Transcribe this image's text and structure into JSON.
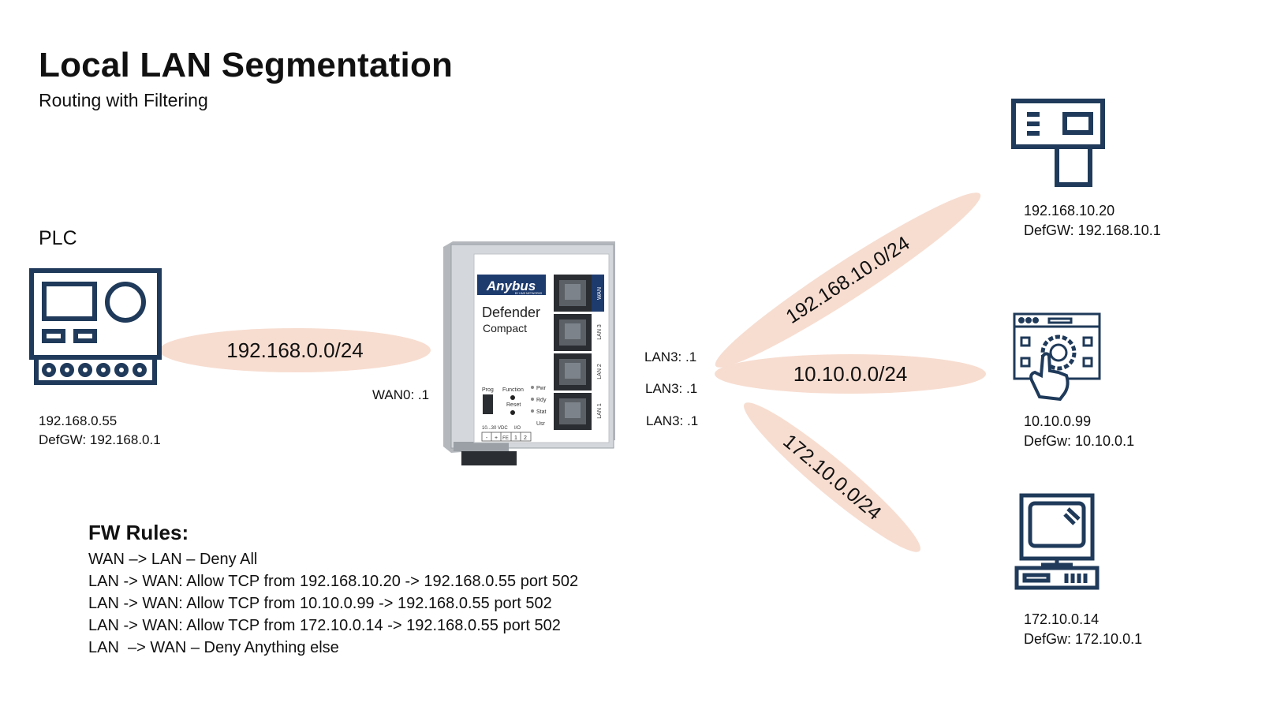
{
  "header": {
    "title": "Local LAN Segmentation",
    "subtitle": "Routing with Filtering"
  },
  "colors": {
    "icon": "#1f3a5a",
    "network_blob": "#f7ddd0",
    "brand_banner": "#1e3b6e"
  },
  "plc": {
    "label": "PLC",
    "ip": "192.168.0.55",
    "gateway": "DefGW: 192.168.0.1"
  },
  "networks": {
    "wan": "192.168.0.0/24",
    "lan_a": "192.168.10.0/24",
    "lan_b": "10.10.0.0/24",
    "lan_c": "172.10.0.0/24"
  },
  "router": {
    "brand": "Anybus",
    "brand_sub": "BY HMS NETWORKS",
    "model_line1": "Defender",
    "model_line2": "Compact",
    "port_labels": [
      "WAN",
      "LAN 3",
      "LAN 2",
      "LAN 1"
    ],
    "btn_prog": "Prog",
    "btn_function": "Function",
    "btn_reset": "Reset",
    "leds": [
      "Pwr",
      "Rdy",
      "Stat",
      "Usr"
    ],
    "power_label": "10...30 VDC",
    "io_label": "I/O",
    "terminals": [
      "-",
      "+",
      "FE",
      "1",
      "2"
    ]
  },
  "interfaces": {
    "wan": "WAN0: .1",
    "lan_top": "LAN3: .1",
    "lan_mid": "LAN3: .1",
    "lan_bottom": "LAN3: .1"
  },
  "devices": [
    {
      "icon": "industrial-terminal-icon",
      "ip": "192.168.10.20",
      "gateway": "DefGW: 192.168.10.1"
    },
    {
      "icon": "hmi-touch-settings-icon",
      "ip": "10.10.0.99",
      "gateway": "DefGw: 10.10.0.1"
    },
    {
      "icon": "desktop-computer-icon",
      "ip": "172.10.0.14",
      "gateway": "DefGw: 172.10.0.1"
    }
  ],
  "fw_rules": {
    "title": "FW Rules:",
    "rules": [
      "WAN –> LAN – Deny All",
      "LAN -> WAN: Allow TCP from 192.168.10.20 -> 192.168.0.55 port 502",
      "LAN -> WAN: Allow TCP from 10.10.0.99 -> 192.168.0.55 port 502",
      "LAN -> WAN: Allow TCP from 172.10.0.14 -> 192.168.0.55 port 502",
      "LAN  –> WAN – Deny Anything else"
    ]
  }
}
